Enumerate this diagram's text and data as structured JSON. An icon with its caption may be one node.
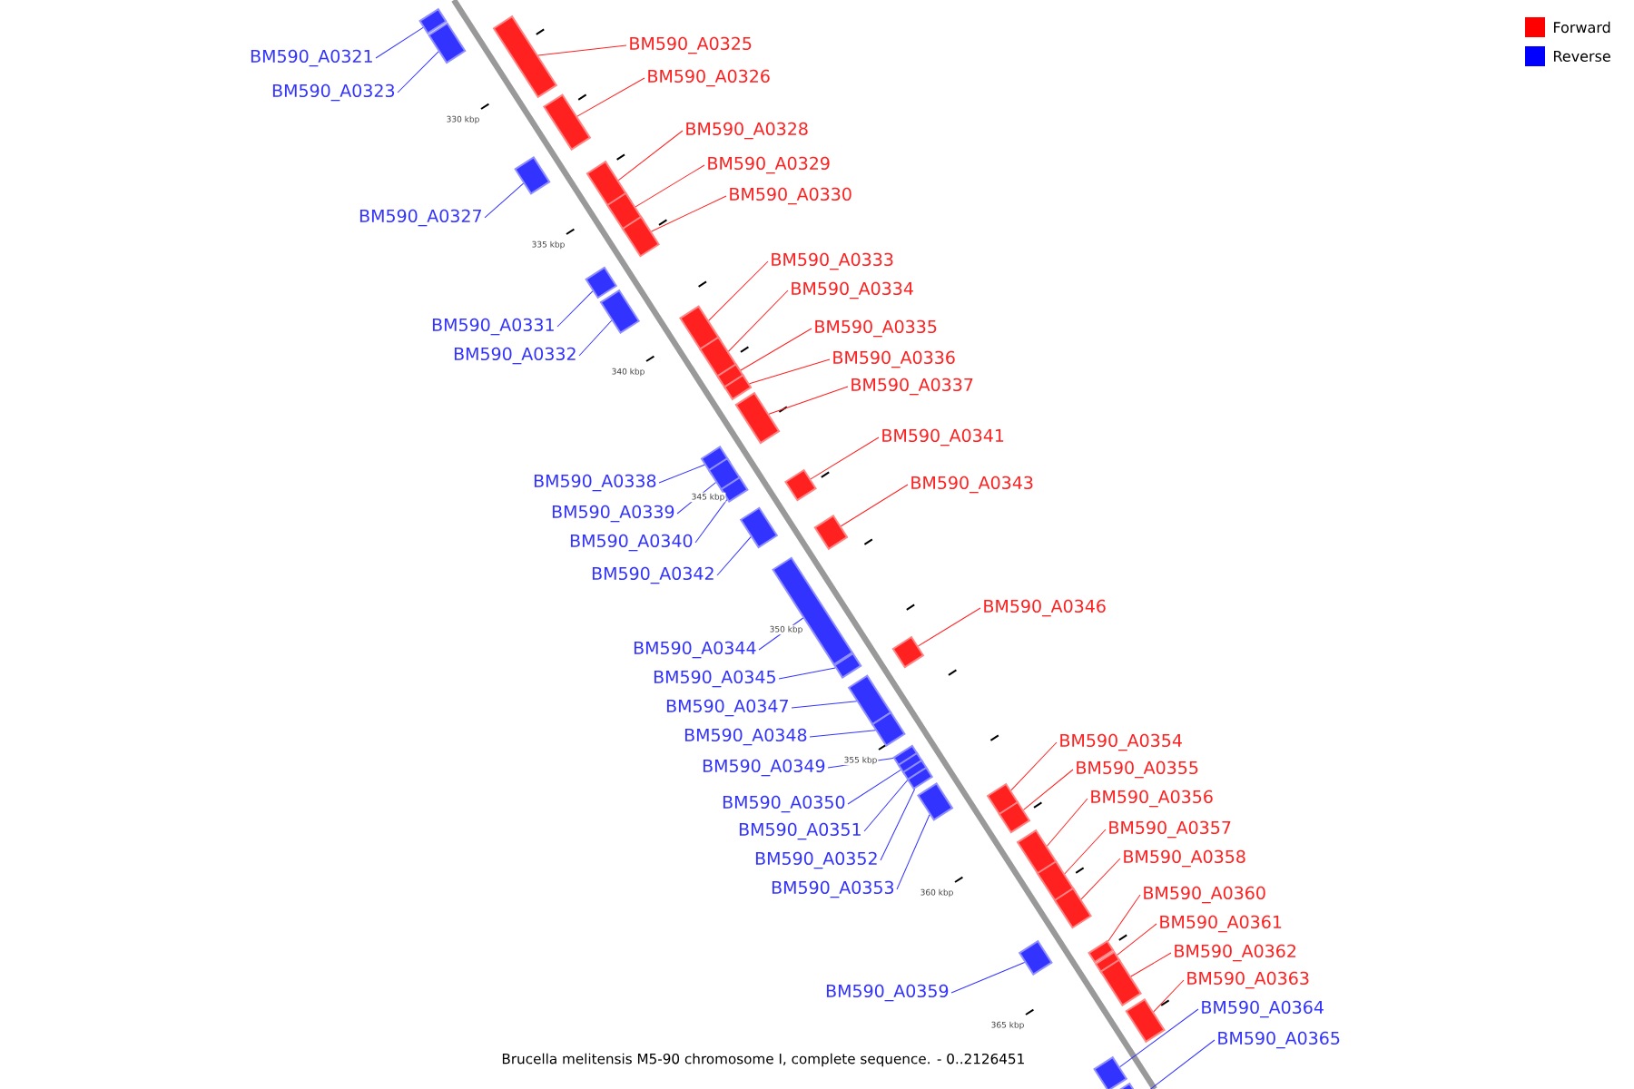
{
  "diagram": {
    "caption": "Brucella melitensis M5-90 chromosome I, complete sequence. - 0..2126451",
    "nodes": [
      {
        "text": [
          "BM590_A0325"
        ]
      },
      {
        "text": [
          "BM590_A0321"
        ]
      },
      {
        "text": [
          "BM590_A0326"
        ]
      },
      {
        "text": [
          "BM590_A0323"
        ]
      },
      {
        "text": [
          "BM590_A0328"
        ]
      },
      {
        "text": [
          "BM590_A0329"
        ]
      },
      {
        "text": [
          "BM590_A0330"
        ]
      },
      {
        "text": [
          "BM590_A0327"
        ]
      },
      {
        "text": [
          "BM590_A0333"
        ]
      },
      {
        "text": [
          "BM590_A0334"
        ]
      },
      {
        "text": [
          "BM590_A0331"
        ]
      },
      {
        "text": [
          "BM590_A0335"
        ]
      },
      {
        "text": [
          "BM590_A0332"
        ]
      },
      {
        "text": [
          "BM590_A0336"
        ]
      },
      {
        "text": [
          "BM590_A0337"
        ]
      },
      {
        "text": [
          "BM590_A0341"
        ]
      },
      {
        "text": [
          "BM590_A0338"
        ]
      },
      {
        "text": [
          "BM590_A0343"
        ]
      },
      {
        "text": [
          "BM590_A0339"
        ]
      },
      {
        "text": [
          "BM590_A0340"
        ]
      },
      {
        "text": [
          "BM590_A0342"
        ]
      },
      {
        "text": [
          "BM590_A0346"
        ]
      },
      {
        "text": [
          "BM590_A0344"
        ]
      },
      {
        "text": [
          "BM590_A0345"
        ]
      },
      {
        "text": [
          "BM590_A0347"
        ]
      },
      {
        "text": [
          "BM590_A0348"
        ]
      },
      {
        "text": [
          "BM590_A0354"
        ]
      },
      {
        "text": [
          "BM590_A0349"
        ]
      },
      {
        "text": [
          "BM590_A0355"
        ]
      },
      {
        "text": [
          "BM590_A0356"
        ]
      },
      {
        "text": [
          "BM590_A0350"
        ]
      },
      {
        "text": [
          "BM590_A0357"
        ]
      },
      {
        "text": [
          "BM590_A0351"
        ]
      },
      {
        "text": [
          "BM590_A0358"
        ]
      },
      {
        "text": [
          "BM590_A0352"
        ]
      },
      {
        "text": [
          "BM590_A0353"
        ]
      },
      {
        "text": [
          "BM590_A0360"
        ]
      },
      {
        "text": [
          "BM590_A0361"
        ]
      },
      {
        "text": [
          "BM590_A0362"
        ]
      },
      {
        "text": [
          "BM590_A0363"
        ]
      },
      {
        "text": [
          "BM590_A0359"
        ]
      },
      {
        "text": [
          "BM590_A0364"
        ]
      },
      {
        "text": [
          "BM590_A0365"
        ]
      },
      {
        "text": [],
        "shape": "box"
      },
      {
        "text": [],
        "shape": "box"
      },
      {
        "text": [],
        "shape": "box"
      },
      {
        "text": [],
        "shape": "box"
      },
      {
        "text": [],
        "shape": "box"
      },
      {
        "text": [],
        "shape": "box"
      },
      {
        "text": [],
        "shape": "box"
      },
      {
        "text": [],
        "shape": "box"
      },
      {
        "text": [],
        "shape": "box"
      },
      {
        "text": [],
        "shape": "box"
      },
      {
        "text": [],
        "shape": "box"
      },
      {
        "text": [],
        "shape": "box"
      },
      {
        "text": [],
        "shape": "box"
      },
      {
        "text": [],
        "shape": "box"
      },
      {
        "text": [],
        "shape": "box"
      },
      {
        "text": [],
        "shape": "box"
      },
      {
        "text": [],
        "shape": "box"
      },
      {
        "text": [],
        "shape": "box"
      },
      {
        "text": [],
        "shape": "box"
      },
      {
        "text": [],
        "shape": "box"
      },
      {
        "text": [],
        "shape": "box"
      },
      {
        "text": [],
        "shape": "box"
      },
      {
        "text": [],
        "shape": "box"
      },
      {
        "text": [],
        "shape": "box"
      },
      {
        "text": [],
        "shape": "box"
      },
      {
        "text": [],
        "shape": "box"
      },
      {
        "text": [],
        "shape": "box"
      },
      {
        "text": [],
        "shape": "box"
      },
      {
        "text": [],
        "shape": "box"
      },
      {
        "text": [],
        "shape": "box"
      },
      {
        "text": [],
        "shape": "box"
      },
      {
        "text": [],
        "shape": "box"
      },
      {
        "text": [],
        "shape": "box"
      },
      {
        "text": [],
        "shape": "box"
      },
      {
        "text": [],
        "shape": "box"
      },
      {
        "text": [],
        "shape": "box"
      },
      {
        "text": [],
        "shape": "box"
      },
      {
        "text": [],
        "shape": "box"
      },
      {
        "text": [],
        "shape": "box"
      },
      {
        "text": [],
        "shape": "box"
      },
      {
        "text": [],
        "shape": "box"
      },
      {
        "text": [],
        "shape": "box"
      },
      {
        "text": [],
        "shape": "box"
      }
    ],
    "edges": [
      {
        "from": 0,
        "to": 43,
        "arrow": "none"
      },
      {
        "from": 1,
        "to": 44,
        "arrow": "none",
        "color": "#3333ff"
      },
      {
        "from": 2,
        "to": 45,
        "arrow": "none"
      },
      {
        "from": 3,
        "to": 46,
        "arrow": "none",
        "color": "#3333ff"
      },
      {
        "from": 4,
        "to": 47,
        "arrow": "none"
      },
      {
        "from": 5,
        "to": 48,
        "arrow": "none"
      },
      {
        "from": 6,
        "to": 49,
        "arrow": "none"
      },
      {
        "from": 7,
        "to": 50,
        "arrow": "none",
        "color": "#3333ff"
      },
      {
        "from": 8,
        "to": 51,
        "arrow": "none"
      },
      {
        "from": 9,
        "to": 52,
        "arrow": "none"
      },
      {
        "from": 10,
        "to": 53,
        "arrow": "none",
        "color": "#3333ff"
      },
      {
        "from": 11,
        "to": 54,
        "arrow": "none"
      },
      {
        "from": 12,
        "to": 55,
        "arrow": "none",
        "color": "#3333ff"
      },
      {
        "from": 13,
        "to": 56,
        "arrow": "none"
      },
      {
        "from": 14,
        "to": 57,
        "arrow": "none"
      },
      {
        "from": 15,
        "to": 58,
        "arrow": "none"
      },
      {
        "from": 16,
        "to": 59,
        "arrow": "none",
        "color": "#3333ff"
      },
      {
        "from": 17,
        "to": 60,
        "arrow": "none"
      },
      {
        "from": 18,
        "to": 61,
        "arrow": "none",
        "color": "#3333ff"
      },
      {
        "from": 19,
        "to": 62,
        "arrow": "none",
        "color": "#3333ff"
      },
      {
        "from": 20,
        "to": 63,
        "arrow": "none",
        "color": "#3333ff"
      },
      {
        "from": 21,
        "to": 64,
        "arrow": "none"
      },
      {
        "from": 22,
        "to": 65,
        "arrow": "none",
        "color": "#3333ff"
      },
      {
        "from": 23,
        "to": 66,
        "arrow": "none",
        "color": "#3333ff"
      },
      {
        "from": 24,
        "to": 67,
        "arrow": "none",
        "color": "#3333ff"
      },
      {
        "from": 25,
        "to": 68,
        "arrow": "none",
        "color": "#3333ff"
      },
      {
        "from": 26,
        "to": 69,
        "arrow": "none"
      },
      {
        "from": 27,
        "to": 70,
        "arrow": "none",
        "color": "#3333ff"
      },
      {
        "from": 28,
        "to": 71,
        "arrow": "none"
      },
      {
        "from": 29,
        "to": 72,
        "arrow": "none"
      },
      {
        "from": 30,
        "to": 73,
        "arrow": "none",
        "color": "#3333ff"
      },
      {
        "from": 31,
        "to": 74,
        "arrow": "none"
      },
      {
        "from": 32,
        "to": 75,
        "arrow": "none",
        "color": "#3333ff"
      },
      {
        "from": 33,
        "to": 76,
        "arrow": "none"
      },
      {
        "from": 34,
        "to": 77,
        "arrow": "none",
        "color": "#3333ff"
      },
      {
        "from": 35,
        "to": 78,
        "arrow": "none",
        "color": "#3333ff"
      },
      {
        "from": 36,
        "to": 79,
        "arrow": "none"
      },
      {
        "from": 37,
        "to": 80,
        "arrow": "none"
      },
      {
        "from": 38,
        "to": 81,
        "arrow": "none"
      },
      {
        "from": 39,
        "to": 82,
        "arrow": "none"
      },
      {
        "from": 40,
        "to": 83,
        "arrow": "none",
        "color": "#3333ff"
      },
      {
        "from": 41,
        "to": 84,
        "arrow": "none",
        "color": "#3333ff"
      },
      {
        "from": 42,
        "to": 85,
        "arrow": "none",
        "color": "#3333ff"
      }
    ],
    "labels": [
      "330 kbp",
      "335 kbp",
      "340 kbp",
      "345 kbp",
      "350 kbp",
      "355 kbp",
      "360 kbp",
      "365 kbp"
    ],
    "legend": [
      {
        "text": "Forward",
        "color": "#ff0000"
      },
      {
        "text": "Reverse",
        "color": "#0000ff"
      }
    ]
  }
}
